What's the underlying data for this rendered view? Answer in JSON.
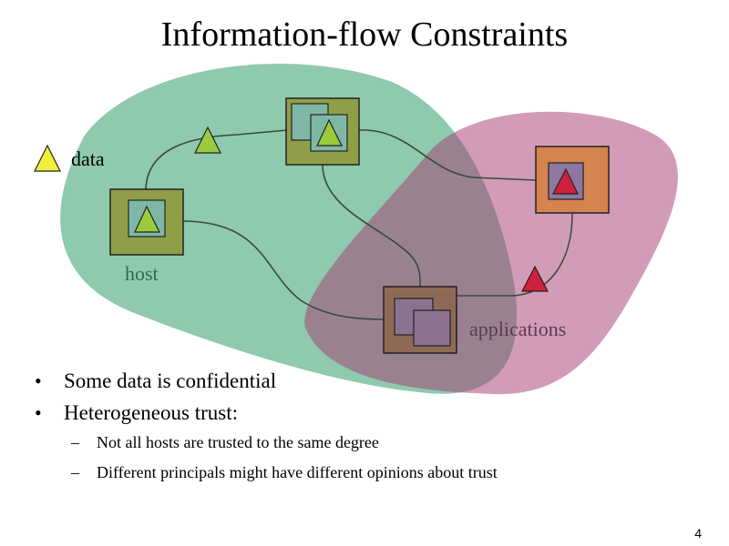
{
  "slide": {
    "title": "Information-flow Constraints",
    "page_number": "4"
  },
  "diagram": {
    "legend_label": "data",
    "host_label": "host",
    "applications_label": "applications"
  },
  "bullets": [
    {
      "text": "Some data is confidential",
      "subitems": []
    },
    {
      "text": "Heterogeneous trust:",
      "subitems": [
        "Not all hosts are trusted to the same degree",
        "Different principals might have different opinions about trust"
      ]
    }
  ],
  "colors": {
    "trusted_region": "#8fc9ae",
    "principal_region": "#c88aa6",
    "host_olive": "#8f9f47",
    "host_orange": "#d5834f",
    "host_brown": "#8e6a55",
    "data_green": "#9bcb3c",
    "data_red": "#d0203c"
  }
}
